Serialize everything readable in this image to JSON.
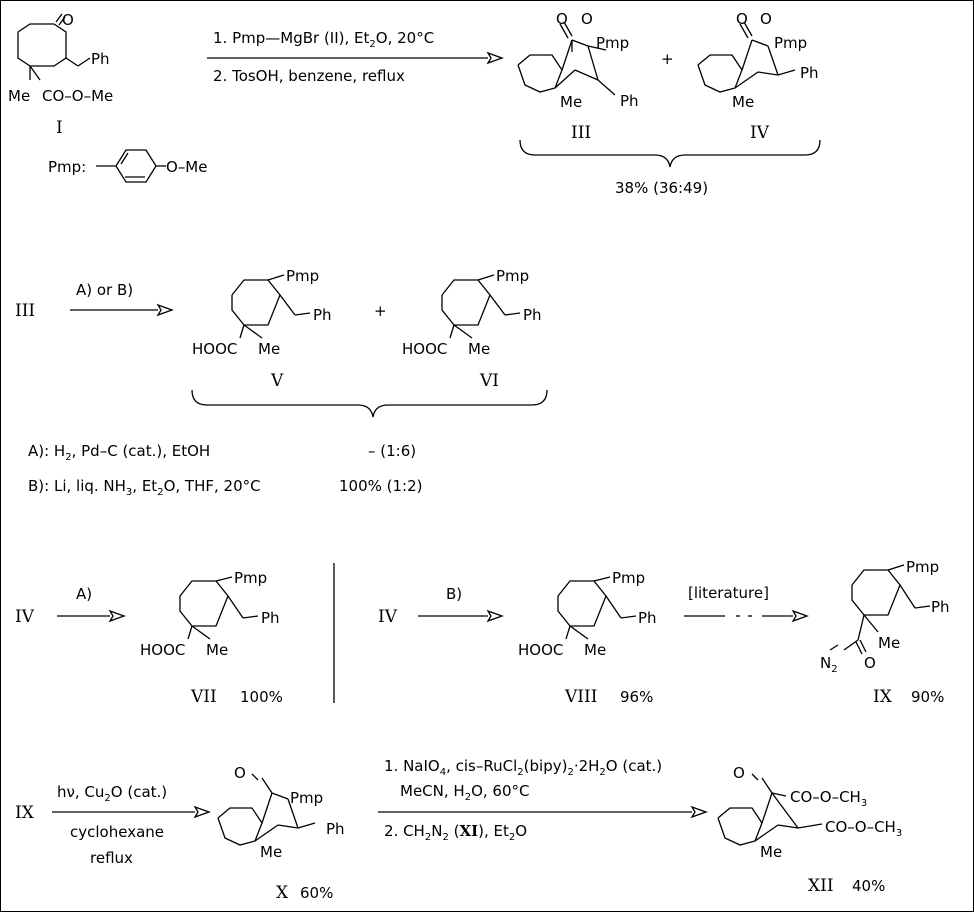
{
  "labels": {
    "pmp": "Pmp",
    "ph": "Ph",
    "me": "Me",
    "o": "O",
    "ester_I": "CO–O–Me",
    "pmp_def": "Pmp:",
    "ome": "O–Me",
    "hooc": "HOOC",
    "plus": "+",
    "n2": "N",
    "n2_sub": "2",
    "ester_xii_1": "CO–O–CH",
    "ester_xii_2": "CO–O–CH",
    "ch3_sub": "3"
  },
  "compounds": {
    "I": "I",
    "III": "III",
    "IV": "IV",
    "V": "V",
    "VI": "VI",
    "VII": "VII",
    "VII_yield": "100%",
    "VIII": "VIII",
    "VIII_yield": "96%",
    "IX": "IX",
    "IX_yield": "90%",
    "X": "X",
    "X_yield": "60%",
    "XII": "XII",
    "XII_yield": "40%",
    "start_III": "III",
    "start_IV_a": "IV",
    "start_IV_b": "IV",
    "start_IX": "IX"
  },
  "step1": {
    "line1": "1. Pmp—MgBr  (II),  Et",
    "line1_sub": "2",
    "line1_end": "O,  20°C",
    "line2": "2. TosOH,  benzene,  reflux",
    "yield": "38% (36:49)"
  },
  "step2": {
    "arrow_label": "A)  or  B)",
    "cond_A_pre": "A):  H",
    "cond_A_sub": "2",
    "cond_A_post": ",  Pd–C (cat.), EtOH",
    "cond_A_result": "–  (1:6)",
    "cond_B_pre": "B):  Li,  liq.  NH",
    "cond_B_sub": "3",
    "cond_B_mid": ",  Et",
    "cond_B_sub2": "2",
    "cond_B_post": "O,  THF,  20°C",
    "cond_B_result": "100%  (1:2)"
  },
  "step3": {
    "arrow_label_A": "A)",
    "arrow_label_B": "B)",
    "literature": "[literature]"
  },
  "step4": {
    "hv": "hν,  Cu",
    "hv_sub": "2",
    "hv_end": "O  (cat.)",
    "solvent": "cyclohexane",
    "reflux": "reflux",
    "line1_pre": "1. NaIO",
    "line1_sub": "4",
    "line1_mid": ",  cis–RuCl",
    "line1_sub2": "2",
    "line1_mid2": "(bipy)",
    "line1_sub3": "2",
    "line1_end": "·2H",
    "line1_sub4": "2",
    "line1_tail": "O  (cat.)",
    "line2_pre": "MeCN,  H",
    "line2_sub": "2",
    "line2_post": "O,  60°C",
    "line3_pre": "2.  CH",
    "line3_sub": "2",
    "line3_n": "N",
    "line3_sub2": "2",
    "line3_mid": "  (",
    "line3_bold": "XI",
    "line3_post": "),  Et",
    "line3_sub3": "2",
    "line3_end": "O"
  }
}
